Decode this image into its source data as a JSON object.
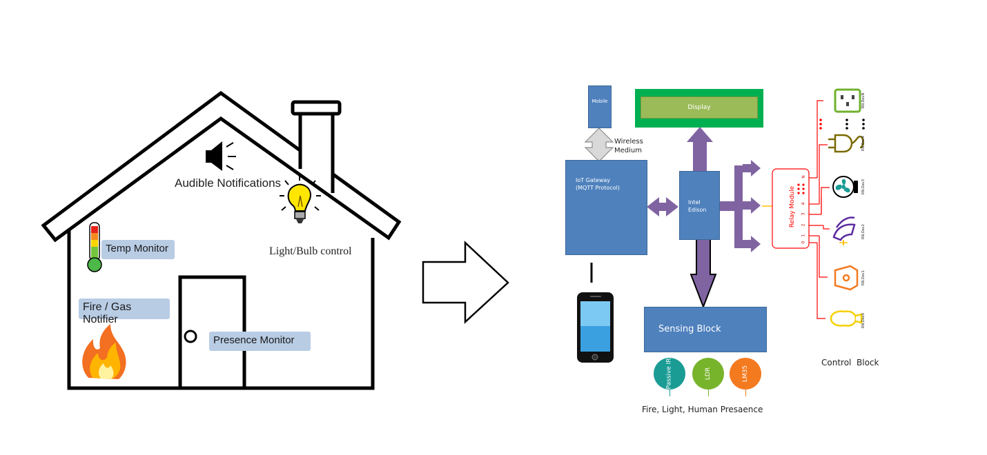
{
  "house": {
    "audible_label": "Audible Notifications",
    "temp_label": "Temp Monitor",
    "light_label": "Light/Bulb control",
    "fire_label": "Fire / Gas Notifier",
    "presence_label": "Presence Monitor"
  },
  "system": {
    "mobile_label": "Mobile",
    "display_label": "Display",
    "wireless_label": "Wireless\nMedium",
    "gateway_label": "IoT Gateway\n(MQTT Protocol)",
    "edison_label": "Intel\nEdison",
    "sensing_label": "Sensing Block",
    "relay_label": "Relay Module",
    "control_label": "Control  Block",
    "sensors_caption": "Fire, Light, Human Presaence",
    "sensors": [
      {
        "label": "Passive IR",
        "color": "#1a9c95"
      },
      {
        "label": "LDR",
        "color": "#78b42b"
      },
      {
        "label": "LM35",
        "color": "#f47a1f"
      }
    ],
    "relay_pins": [
      "N",
      "4",
      "3",
      "2",
      "1",
      "0"
    ],
    "devices": [
      "RN.DevN",
      "RN.Dev4",
      "RN.Dev3",
      "RN.Dev2",
      "RN.Dev1",
      "RN.Dev0"
    ]
  },
  "colors": {
    "block_blue": "#4f81bd",
    "display_green": "#00b050",
    "display_screen": "#9bbb59",
    "arrow_purple": "#8064a2",
    "relay_red": "#ff0000",
    "label_blue": "#b8cce4"
  }
}
